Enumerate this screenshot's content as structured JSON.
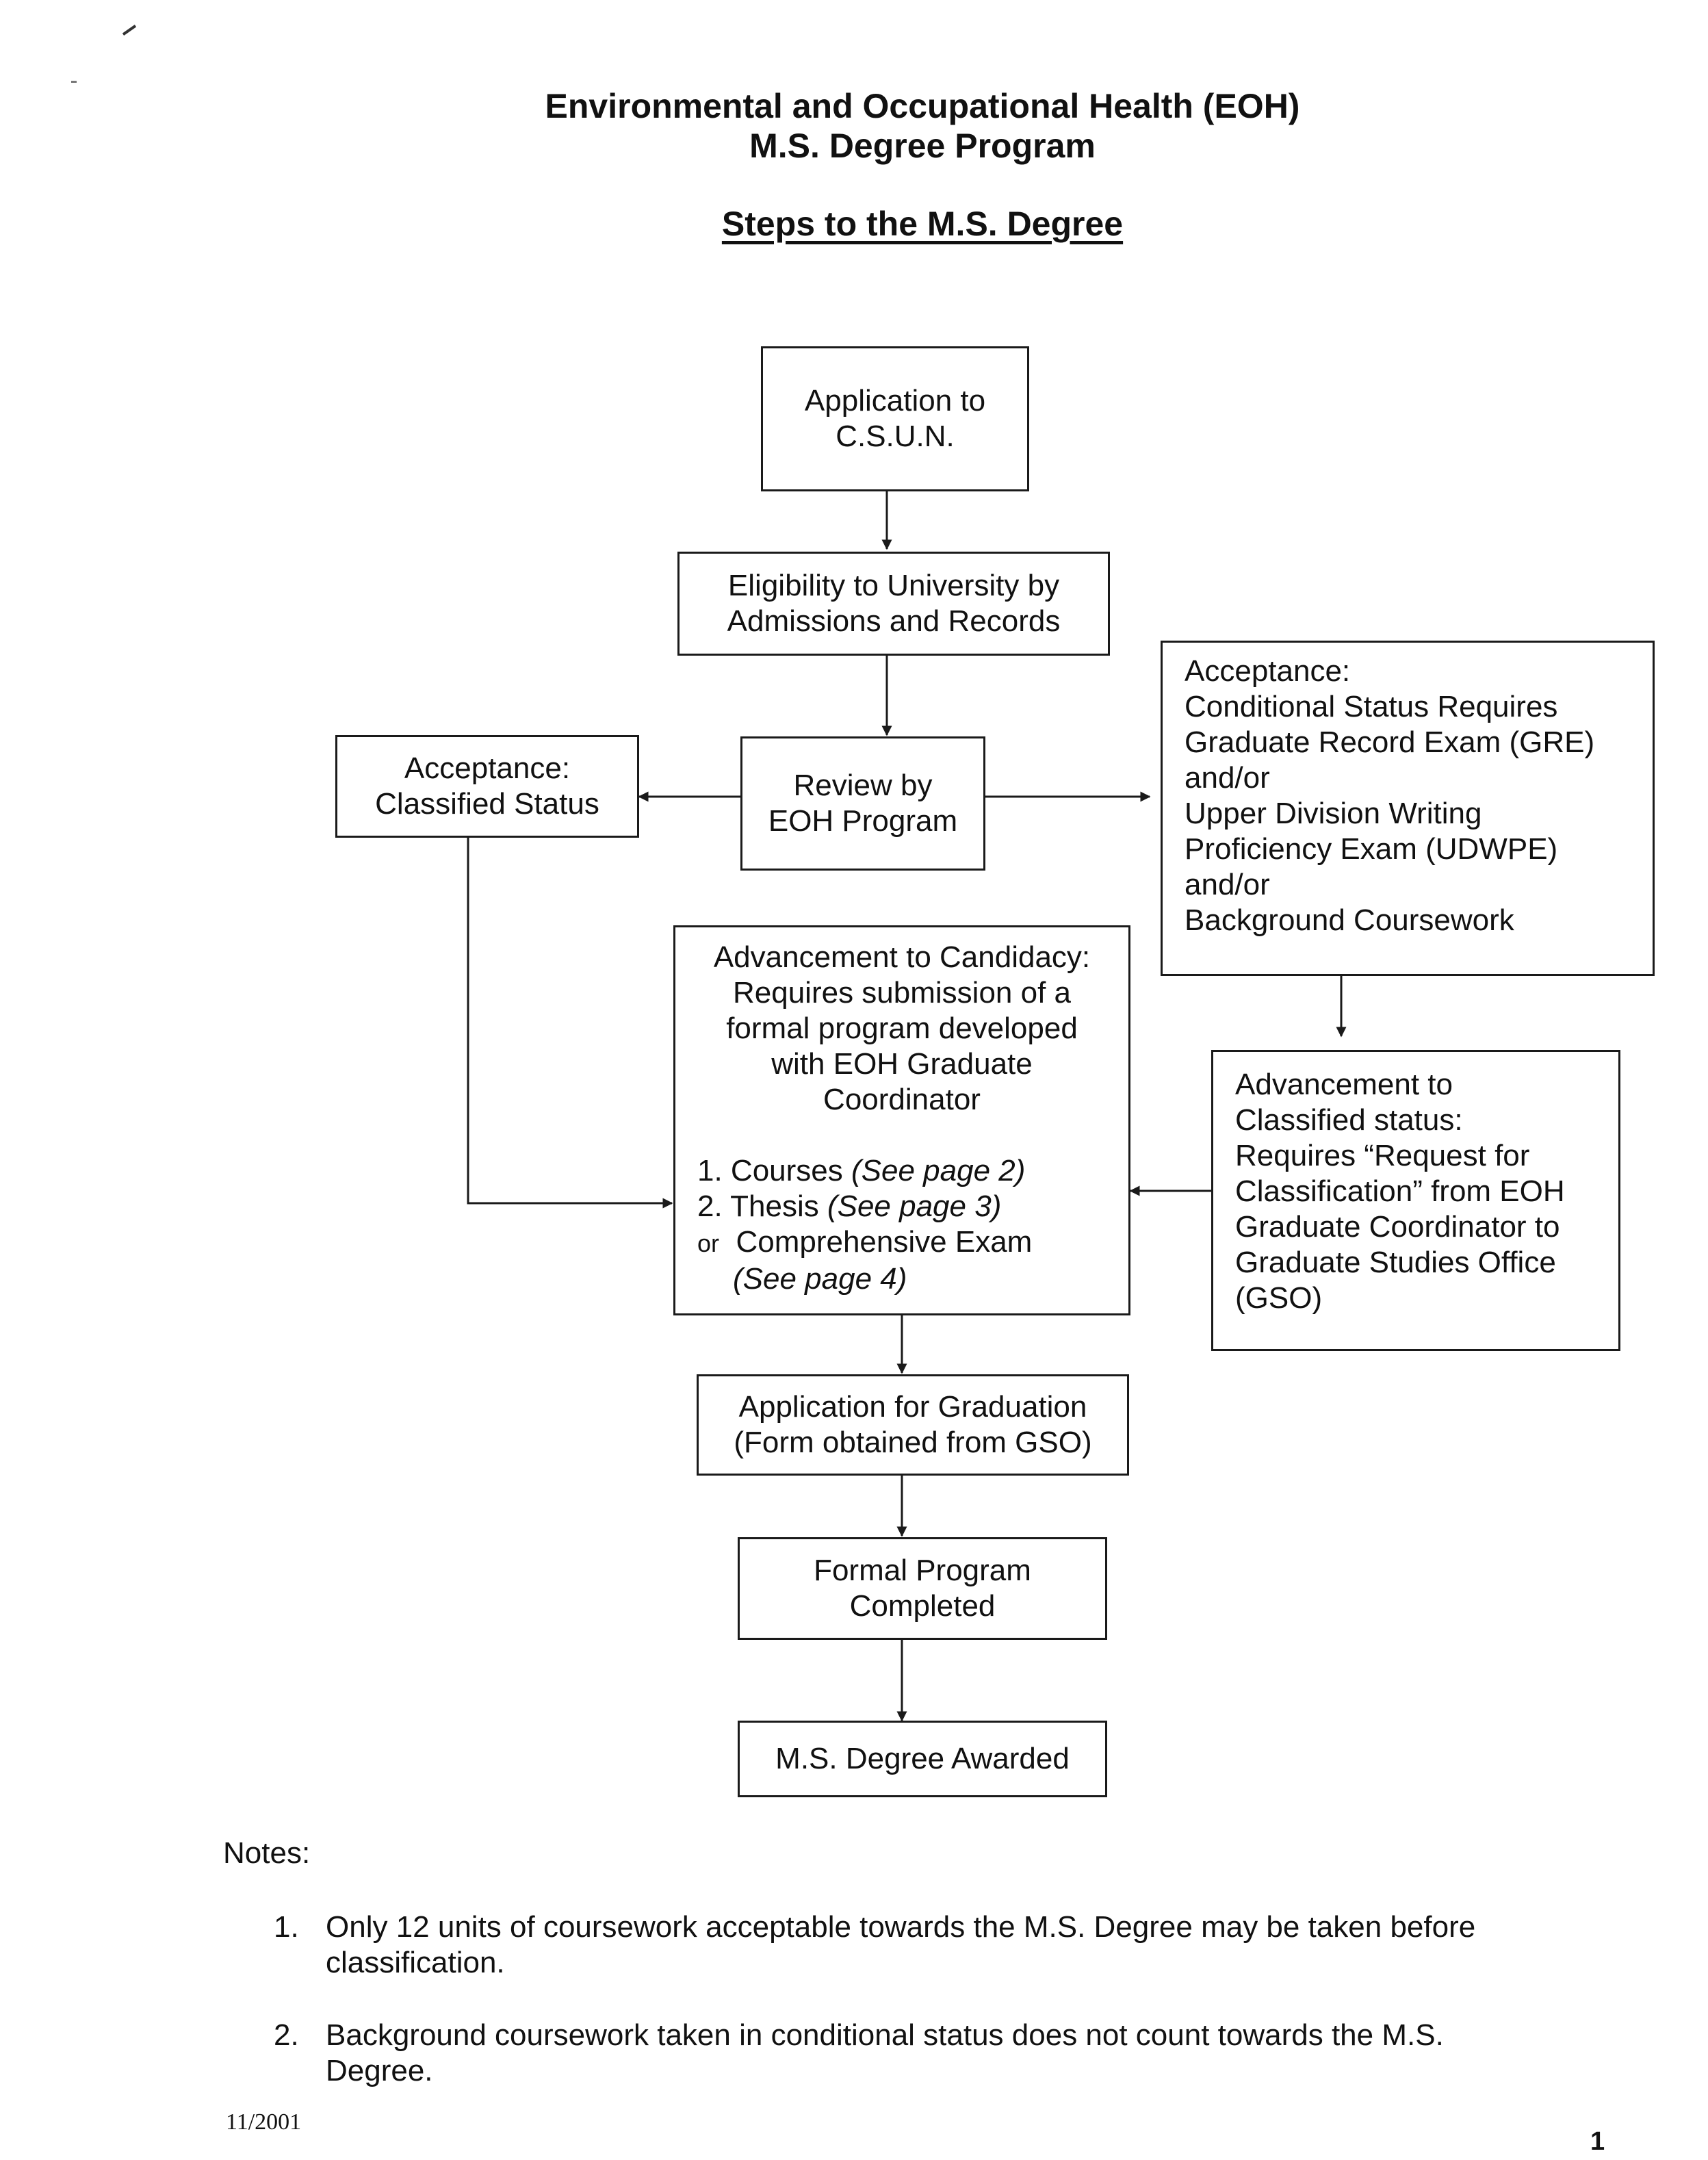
{
  "header": {
    "title_line1": "Environmental and Occupational Health (EOH)",
    "title_line2": "M.S. Degree Program",
    "subtitle": "Steps to the M.S. Degree"
  },
  "flowchart": {
    "application": [
      "Application to",
      "C.S.U.N."
    ],
    "eligibility": [
      "Eligibility to University by",
      "Admissions and Records"
    ],
    "review": [
      "Review by",
      "EOH Program"
    ],
    "classified": [
      "Acceptance:",
      "Classified Status"
    ],
    "conditional": [
      "Acceptance:",
      "Conditional Status Requires",
      "Graduate Record Exam  (GRE)",
      "and/or",
      "Upper Division Writing",
      "Proficiency Exam (UDWPE)",
      "and/or",
      "Background Coursework"
    ],
    "advancement_classified": [
      "Advancement to",
      "Classified status:",
      "Requires “Request for",
      "Classification” from EOH",
      "Graduate   Coordinator to",
      "Graduate Studies Office",
      "(GSO)"
    ],
    "candidacy": {
      "intro": [
        "Advancement to Candidacy:",
        "Requires submission of  a",
        "formal program developed",
        "with EOH Graduate",
        "Coordinator"
      ],
      "item1": "1. Courses",
      "item1_ref": "(See page 2)",
      "item2": "2. Thesis",
      "item2_ref": "(See page 3)",
      "or_word": "or",
      "item3": "Comprehensive Exam",
      "item3_ref": "(See page 4)"
    },
    "graduation": [
      "Application for Graduation",
      "(Form obtained from GSO)"
    ],
    "completed": [
      "Formal Program",
      "Completed"
    ],
    "awarded": [
      "M.S. Degree Awarded"
    ]
  },
  "notes": {
    "heading": "Notes:",
    "items": [
      {
        "num": "1.",
        "lines": [
          "Only 12 units of coursework acceptable towards the M.S. Degree may be taken before",
          "classification."
        ]
      },
      {
        "num": "2.",
        "lines": [
          "Background coursework taken in conditional status does not count towards the M.S.",
          "Degree."
        ]
      }
    ]
  },
  "footer": {
    "date": "11/2001",
    "page_number": "1"
  }
}
